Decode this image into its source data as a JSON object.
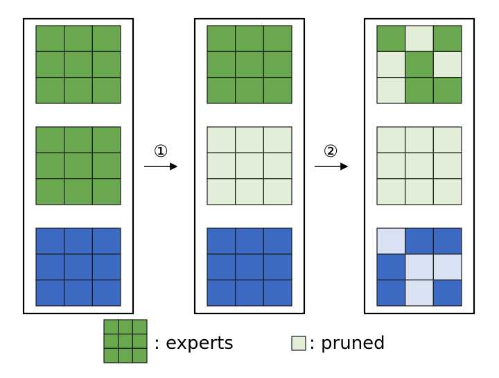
{
  "colors": {
    "expert_green": "#6aa84f",
    "pruned_green": "#e2eed8",
    "expert_blue": "#3d6bc4",
    "pruned_blue": "#d9e2f3",
    "grid_line": "#1a1a1a",
    "panel_border": "#000000"
  },
  "steps": [
    {
      "label": "①"
    },
    {
      "label": "②"
    }
  ],
  "panels": [
    {
      "blocks": [
        {
          "base": "green",
          "pruned": [
            0,
            0,
            0,
            0,
            0,
            0,
            0,
            0,
            0
          ]
        },
        {
          "base": "green",
          "pruned": [
            0,
            0,
            0,
            0,
            0,
            0,
            0,
            0,
            0
          ]
        },
        {
          "base": "blue",
          "pruned": [
            0,
            0,
            0,
            0,
            0,
            0,
            0,
            0,
            0
          ]
        }
      ]
    },
    {
      "blocks": [
        {
          "base": "green",
          "pruned": [
            0,
            0,
            0,
            0,
            0,
            0,
            0,
            0,
            0
          ]
        },
        {
          "base": "green",
          "pruned": [
            1,
            1,
            1,
            1,
            1,
            1,
            1,
            1,
            1
          ]
        },
        {
          "base": "blue",
          "pruned": [
            0,
            0,
            0,
            0,
            0,
            0,
            0,
            0,
            0
          ]
        }
      ]
    },
    {
      "blocks": [
        {
          "base": "green",
          "pruned": [
            0,
            1,
            0,
            1,
            0,
            1,
            1,
            0,
            0
          ]
        },
        {
          "base": "green",
          "pruned": [
            1,
            1,
            1,
            1,
            1,
            1,
            1,
            1,
            1
          ]
        },
        {
          "base": "blue",
          "pruned": [
            1,
            0,
            0,
            0,
            1,
            1,
            0,
            1,
            0
          ]
        }
      ]
    }
  ],
  "legend": {
    "experts_label": ": experts",
    "pruned_label": ": pruned"
  }
}
